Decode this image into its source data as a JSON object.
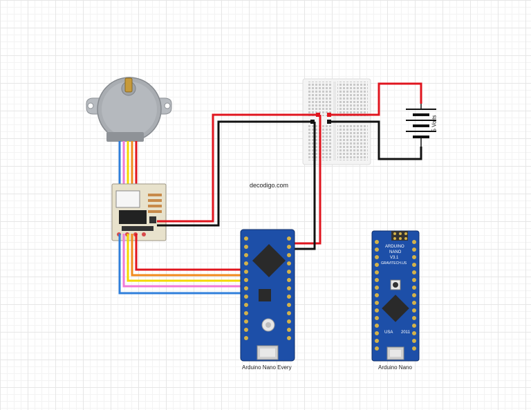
{
  "watermark": "decodigo.com",
  "labels": {
    "battery": "5 Volts",
    "board_every": "Arduino Nano Every",
    "board_nano": "Arduino Nano",
    "nano_silk_1": "ARDUINO",
    "nano_silk_2": "NANO",
    "nano_silk_3": "V3.1",
    "nano_silk_4": "GRAVITECH.US",
    "nano_silk_5": "USA",
    "nano_silk_6": "2011"
  },
  "colors": {
    "wire_red": "#e0141e",
    "wire_black": "#111111",
    "wire_yellow": "#f5d800",
    "wire_pink": "#f07ad8",
    "wire_blue": "#2f7fdb",
    "wire_orange": "#f08a1c",
    "board_blue": "#1d4fa8",
    "motor_silver": "#a9adb2",
    "driver_board": "#e8e2cc"
  },
  "icons": [
    "stepper-motor-icon",
    "driver-board-icon",
    "breadboard-icon",
    "battery-icon",
    "arduino-nano-every-icon",
    "arduino-nano-icon"
  ]
}
